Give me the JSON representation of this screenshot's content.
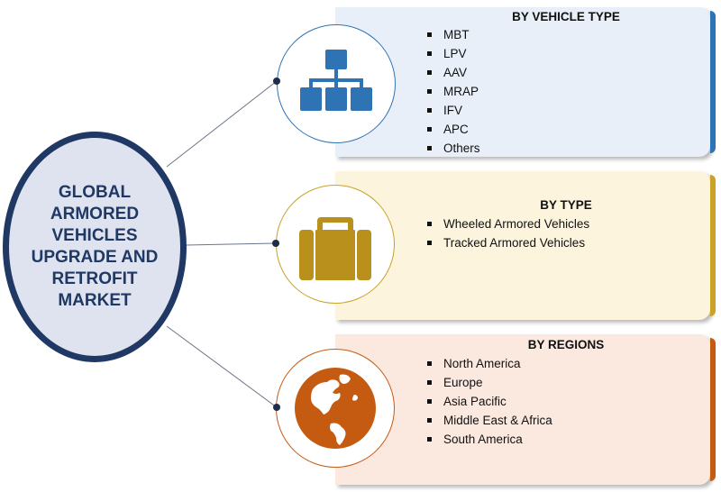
{
  "hub": {
    "title": "GLOBAL\nARMORED\nVEHICLES\nUPGRADE AND\nRETROFIT\nMARKET"
  },
  "segments": [
    {
      "heading": "BY VEHICLE TYPE",
      "icon": "hierarchy-icon",
      "items": [
        "MBT",
        "LPV",
        "AAV",
        "MRAP",
        "IFV",
        "APC",
        "Others"
      ]
    },
    {
      "heading": "BY TYPE",
      "icon": "briefcase-icon",
      "items": [
        "Wheeled Armored Vehicles",
        "Tracked Armored Vehicles"
      ]
    },
    {
      "heading": "BY REGIONS",
      "icon": "globe-americas-icon",
      "items": [
        "North America",
        "Europe",
        "Asia Pacific",
        "Middle East & Africa",
        "South America"
      ]
    }
  ],
  "colors": {
    "hub_border": "#1f3864",
    "hub_fill": "#dfe3ef",
    "vehicle_accent": "#2e74b5",
    "vehicle_panel": "#e8eff8",
    "type_accent": "#c9a227",
    "type_panel": "#fcf4dd",
    "regions_accent": "#c55a11",
    "regions_panel": "#fbe9e0"
  }
}
